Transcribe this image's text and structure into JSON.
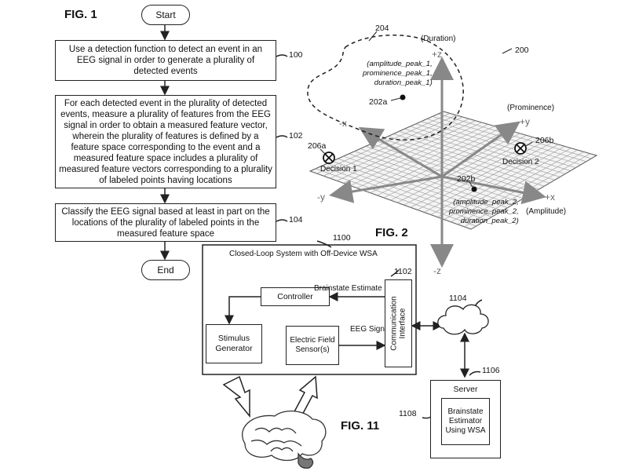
{
  "fig1": {
    "title": "FIG. 1",
    "start": "Start",
    "end": "End",
    "step1": {
      "text": "Use a detection function to detect an event in an EEG signal in order to generate a plurality of detected events",
      "ref": "100"
    },
    "step2": {
      "text": "For each detected event in the plurality of detected events, measure a plurality of features from the EEG signal in order to obtain a measured feature vector, wherein the plurality of features is defined by a feature space corresponding to the event and a measured feature space includes a plurality of measured feature vectors corresponding to a plurality of labeled points having locations",
      "ref": "102"
    },
    "step3": {
      "text": "Classify the EEG signal based at least in part on the locations of the plurality of labeled points in the measured feature space",
      "ref": "104"
    }
  },
  "fig2": {
    "title": "FIG. 2",
    "ref_200": "200",
    "ref_204": "204",
    "ref_202a": "202a",
    "ref_202b": "202b",
    "ref_206a": "206a",
    "ref_206b": "206b",
    "axis_pz": "+z",
    "axis_nz": "-z",
    "axis_px": "+x",
    "axis_nx": "-x",
    "axis_py": "+y",
    "axis_ny": "-y",
    "duration": "(Duration)",
    "prominence": "(Prominence)",
    "amplitude": "(Amplitude)",
    "decision1": "Decision 1",
    "decision2": "Decision 2",
    "point_a_lines": [
      "(amplitude_peak_1,",
      "prominence_peak_1,",
      "duration_peak_1)"
    ],
    "point_b_lines": [
      "(amplitude_peak_2,",
      "prominence_peak_2,",
      "duration_peak_2)"
    ]
  },
  "fig11": {
    "title": "FIG. 11",
    "system_title": "Closed-Loop System with Off-Device WSA",
    "ref_1100": "1100",
    "ref_1102": "1102",
    "ref_1104": "1104",
    "ref_1106": "1106",
    "ref_1108": "1108",
    "controller": "Controller",
    "brainstate_estimate": "Brainstate Estimate",
    "stimulus_generator": "Stimulus Generator",
    "sensor": "Electric Field Sensor(s)",
    "eeg_signal": "EEG Signal",
    "comm_interface": "Communication Interface",
    "server": "Server",
    "estimator": "Brainstate Estimator Using WSA"
  }
}
